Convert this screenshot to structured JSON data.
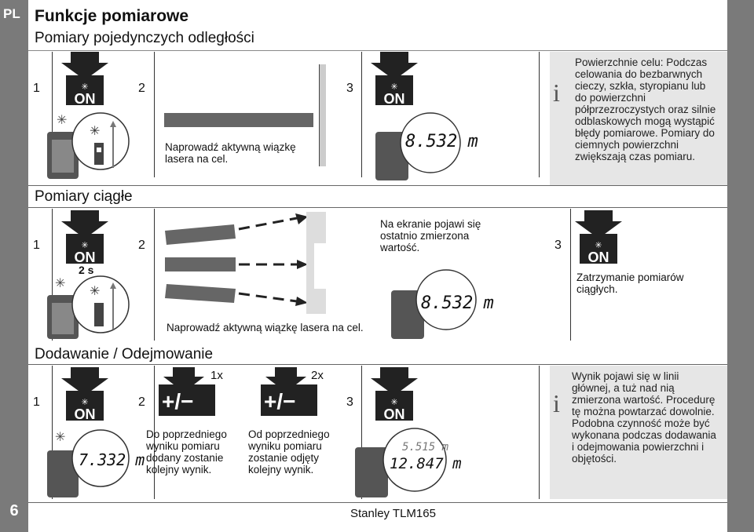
{
  "lang": "PL",
  "page_number": "6",
  "title": "Funkcje pomiarowe",
  "footer": "Stanley TLM165",
  "section1": {
    "heading": "Pomiary pojedynczych odległości",
    "steps": [
      "1",
      "2",
      "3"
    ],
    "step2_text": "Naprowadź aktywną wiązkę lasera na cel.",
    "display_value": "8.532 m",
    "note": "Powierzchnie celu: Podczas celowania do bezbarwnych cieczy, szkła, styropianu lub do powierzchni półprzezroczystych oraz silnie odblaskowych mogą wystąpić błędy pomiarowe. Pomiary do ciemnych powierzchni zwiększają czas pomiaru."
  },
  "section2": {
    "heading": "Pomiary ciągłe",
    "steps": [
      "1",
      "2",
      "3"
    ],
    "hold_time": "2 s",
    "step2_text": "Naprowadź aktywną wiązkę lasera na cel.",
    "display_text": "Na ekranie pojawi się ostatnio zmierzona wartość.",
    "display_value": "8.532 m",
    "step3_text": "Zatrzymanie pomiarów ciągłych."
  },
  "section3": {
    "heading": "Dodawanie / Odejmowanie",
    "steps": [
      "1",
      "2",
      "3"
    ],
    "display_value": "7.332 m",
    "plus_count": "1x",
    "minus_count": "2x",
    "plus_label": "+/−",
    "plus_text": "Do poprzedniego wyniku pomiaru dodany zostanie kolejny wynik.",
    "minus_text": "Od poprzedniego wyniku pomiaru zostanie odjęty kolejny wynik.",
    "result_small": "5.515 m",
    "result_big": "12.847 m",
    "note": "Wynik pojawi się w linii głównej, a tuż nad nią zmierzona wartość. Procedurę tę można powtarzać dowolnie. Podobna czynność może być wykonana podczas dodawania i odejmowania powierzchni i objętości."
  },
  "button_label": "ON",
  "info_icon": "i"
}
